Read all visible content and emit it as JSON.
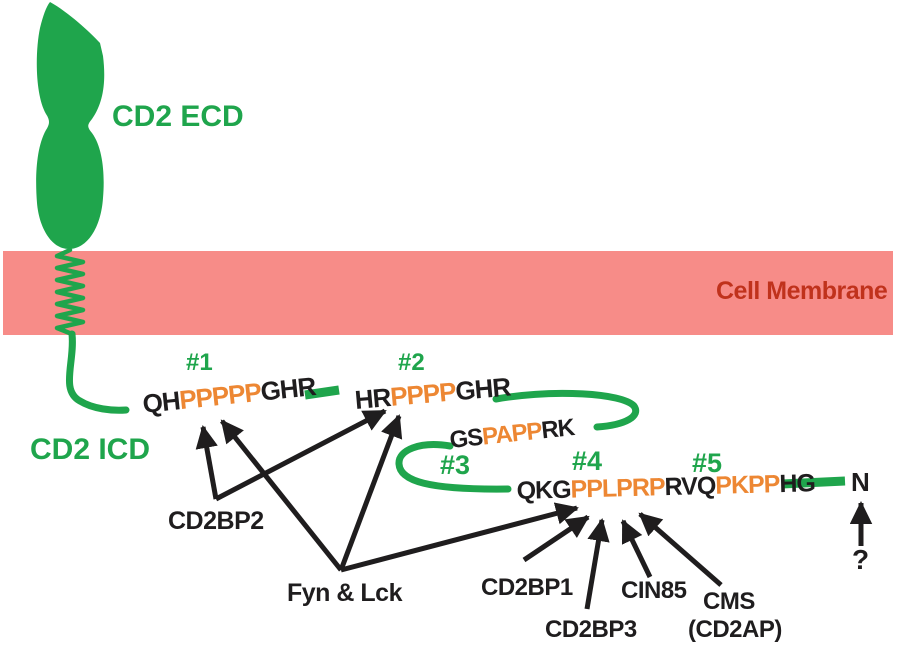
{
  "labels": {
    "ecd": "CD2 ECD",
    "icd": "CD2 ICD",
    "membrane": "Cell Membrane",
    "n_terminus": "N",
    "unknown_binder": "?"
  },
  "colors": {
    "green": "#1FA54C",
    "orange": "#ED8733",
    "membrane_fill": "#F78C88",
    "membrane_text": "#C0321C",
    "black": "#1F1D1E"
  },
  "motifs": {
    "m1": {
      "num": "#1",
      "pre": "QH",
      "pro": "PPPPP",
      "post": "GHR"
    },
    "m2": {
      "num": "#2",
      "pre": "HR",
      "pro": "PPPP",
      "post": "GHR"
    },
    "m3": {
      "num": "#3",
      "pre": "GS",
      "pro": "PAPP",
      "post": "RK"
    },
    "m45": {
      "num4": "#4",
      "num5": "#5",
      "p1": "QKG",
      "p2": "PPLPRP",
      "p3": "RVQ",
      "p4": "PKPP",
      "p5": "HG"
    }
  },
  "binders": {
    "cd2bp2": "CD2BP2",
    "fyn_lck": "Fyn & Lck",
    "cd2bp1": "CD2BP1",
    "cd2bp3": "CD2BP3",
    "cin85": "CIN85",
    "cms": "CMS",
    "cms_alt": "(CD2AP)"
  }
}
